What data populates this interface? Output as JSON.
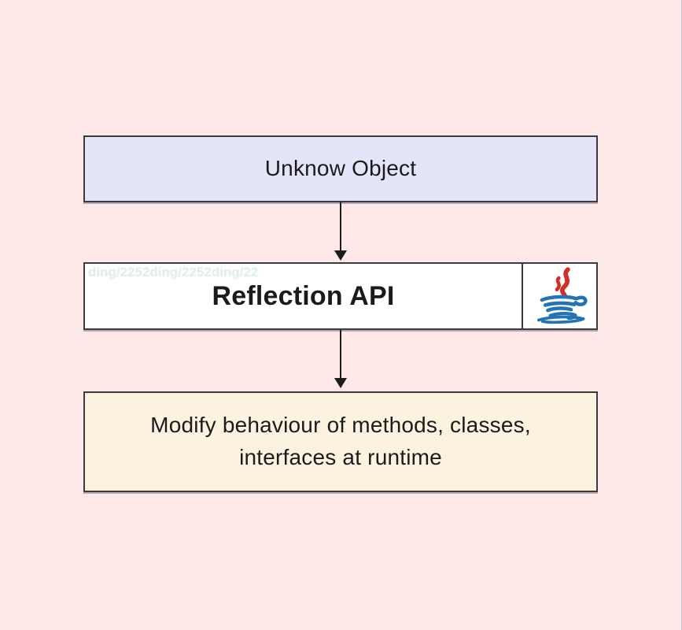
{
  "diagram": {
    "topic": "Java Reflection API flow",
    "nodes": {
      "unknown_object": {
        "label": "Unknow Object"
      },
      "reflection_api": {
        "label": "Reflection API",
        "icon": "java-logo"
      },
      "modify_behaviour": {
        "label": "Modify behaviour of methods, classes, interfaces at runtime"
      }
    },
    "connections": [
      {
        "from": "unknown_object",
        "to": "reflection_api",
        "style": "arrow-down"
      },
      {
        "from": "reflection_api",
        "to": "modify_behaviour",
        "style": "arrow-down"
      }
    ],
    "watermark": {
      "text": "ding/2252ding/2252ding/22"
    }
  },
  "colors": {
    "background": "#fde7e7",
    "unknown_object_fill": "#e5e5f9",
    "reflection_api_fill": "#ffffff",
    "modify_behaviour_fill": "#fbf2e0",
    "border": "#3a3a3f",
    "text": "#1b1b1b",
    "arrow": "#1c1c1c",
    "java_flame_red": "#d32f27",
    "java_cup_blue": "#2473b5"
  }
}
